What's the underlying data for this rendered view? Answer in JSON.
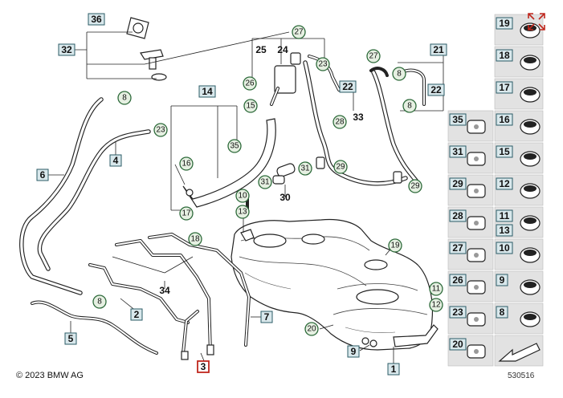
{
  "copyright": "© 2023 BMW AG",
  "diagram_id": "530516",
  "colors": {
    "box_fill": "#d9e8ec",
    "box_stroke": "#2b5b66",
    "circle_fill": "#e6f0e2",
    "circle_stroke": "#2d6a3a",
    "highlight": "#c0271d",
    "panel_bg": "#e2e2e2"
  },
  "icons": {
    "expand": "expand-arrows-icon"
  },
  "callouts": {
    "c36": "36",
    "c32": "32",
    "c27a": "27",
    "c25": "25",
    "c24": "24",
    "c23a": "23",
    "c26": "26",
    "c22a": "22",
    "c33": "33",
    "c28": "28",
    "c29a": "29",
    "c27b": "27",
    "c21": "21",
    "c8a": "8",
    "c8b": "8",
    "c22b": "22",
    "c29b": "29",
    "c8c": "8",
    "c14": "14",
    "c15": "15",
    "c35": "35",
    "c23b": "23",
    "c6": "6",
    "c4": "4",
    "c16": "16",
    "c17": "17",
    "c31": "31",
    "c31b": "31",
    "c30": "30",
    "c10": "10",
    "c13": "13",
    "c18": "18",
    "c34": "34",
    "c19": "19",
    "c7": "7",
    "c8d": "8",
    "c2": "2",
    "c5": "5",
    "c3": "3",
    "c20": "20",
    "c9": "9",
    "c1": "1",
    "c11": "11",
    "c12": "12"
  },
  "legend": [
    {
      "left": null,
      "right": "19"
    },
    {
      "left": null,
      "right": "18"
    },
    {
      "left": null,
      "right": "17"
    },
    {
      "left": "35",
      "right": "16"
    },
    {
      "left": "31",
      "right": "15"
    },
    {
      "left": "29",
      "right": "12"
    },
    {
      "left": "28",
      "right": "11",
      "right2": "13"
    },
    {
      "left": "27",
      "right": "10"
    },
    {
      "left": "26",
      "right": "9"
    },
    {
      "left": "23",
      "right": "8"
    },
    {
      "left": "20",
      "right": null
    }
  ]
}
